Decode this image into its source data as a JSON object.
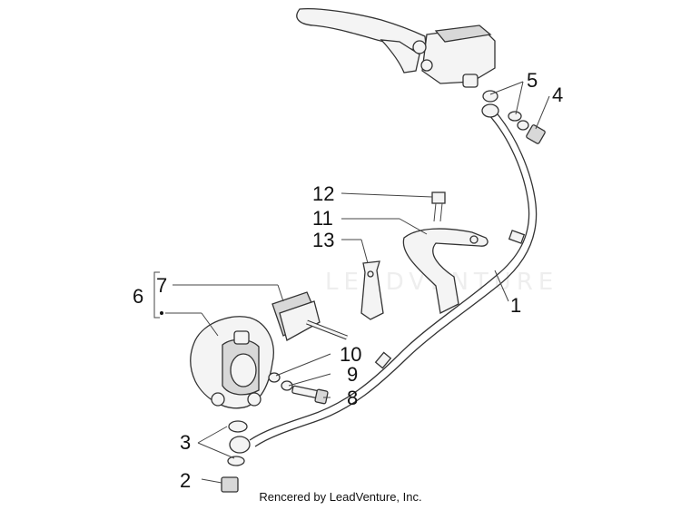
{
  "diagram": {
    "watermark": "LEADVENTURE",
    "footer": "Rencered by LeadVenture, Inc.",
    "callouts": {
      "c1": "1",
      "c2": "2",
      "c3": "3",
      "c4": "4",
      "c5": "5",
      "c6": "6",
      "c7": "7",
      "c8": "8",
      "c9": "9",
      "c10": "10",
      "c11": "11",
      "c12": "12",
      "c13": "13"
    }
  }
}
